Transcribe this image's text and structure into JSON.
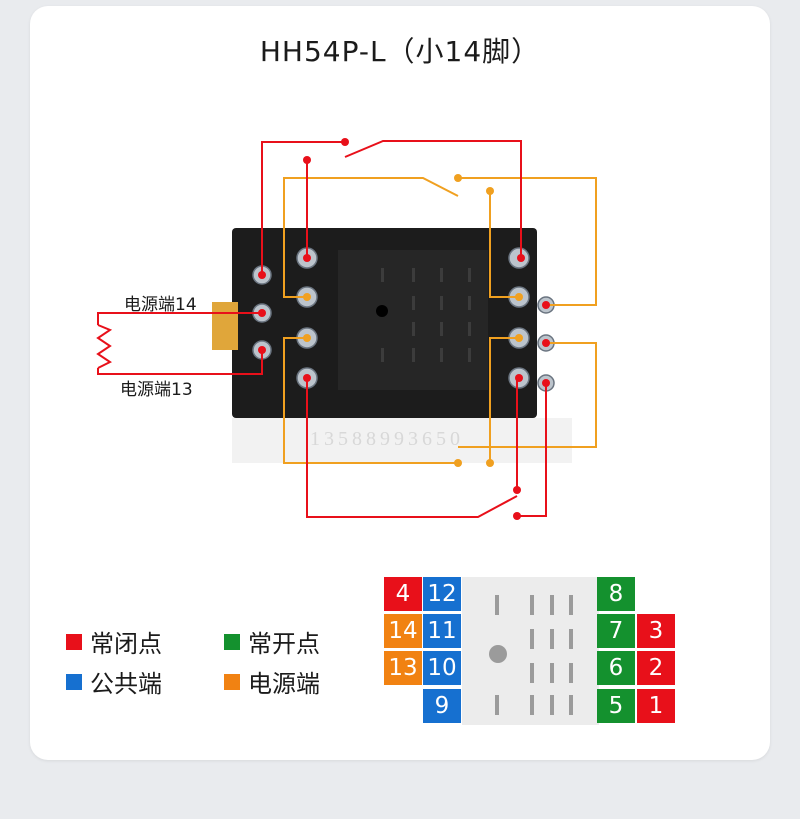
{
  "title": "HH54P-L（小14脚）",
  "labels": {
    "power14": "电源端14",
    "power13": "电源端13",
    "watermark": "13588993650"
  },
  "legend": [
    {
      "label": "常闭点",
      "color": "#e8101a"
    },
    {
      "label": "常开点",
      "color": "#14912e"
    },
    {
      "label": "公共端",
      "color": "#1670d0"
    },
    {
      "label": "电源端",
      "color": "#f18212"
    }
  ],
  "pins": {
    "left_outer": [
      {
        "num": "4",
        "color": "#e8101a"
      },
      {
        "num": "14",
        "color": "#f18212"
      },
      {
        "num": "13",
        "color": "#f18212"
      }
    ],
    "left_inner": [
      {
        "num": "12",
        "color": "#1670d0"
      },
      {
        "num": "11",
        "color": "#1670d0"
      },
      {
        "num": "10",
        "color": "#1670d0"
      },
      {
        "num": "9",
        "color": "#1670d0"
      }
    ],
    "right_inner": [
      {
        "num": "8",
        "color": "#14912e"
      },
      {
        "num": "7",
        "color": "#14912e"
      },
      {
        "num": "6",
        "color": "#14912e"
      },
      {
        "num": "5",
        "color": "#14912e"
      }
    ],
    "right_outer": [
      {
        "num": "3",
        "color": "#e8101a"
      },
      {
        "num": "2",
        "color": "#e8101a"
      },
      {
        "num": "1",
        "color": "#e8101a"
      }
    ]
  },
  "colors": {
    "red": "#e8101a",
    "orange": "#f0a020",
    "socket_body": "#1c1c1c"
  }
}
